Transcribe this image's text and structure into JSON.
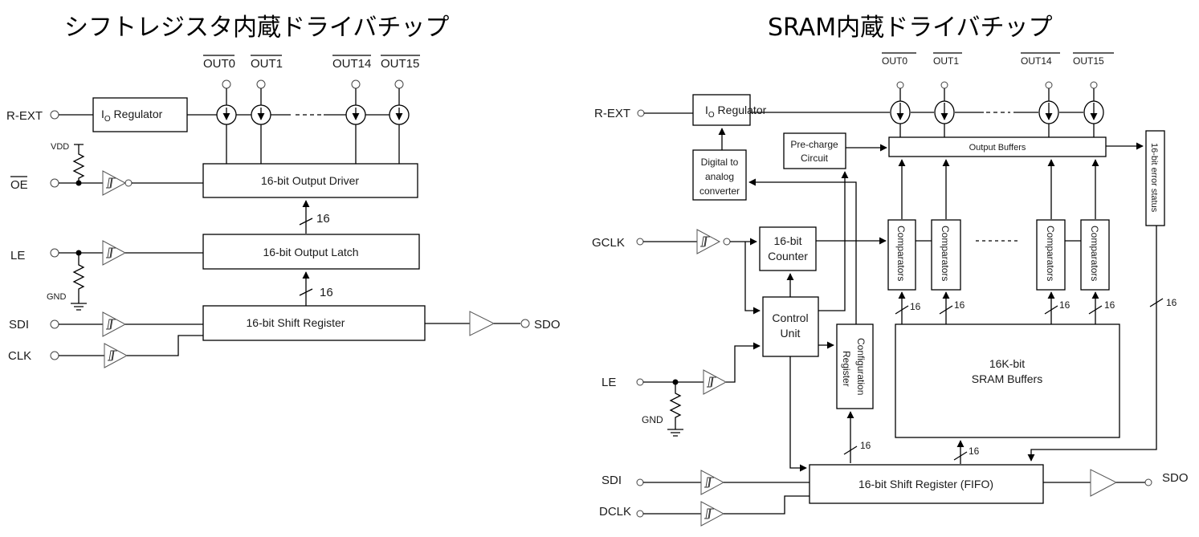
{
  "left": {
    "title": "シフトレジスタ内蔵ドライバチップ",
    "outputs": [
      "OUT0",
      "OUT1",
      "OUT14",
      "OUT15"
    ],
    "pins": {
      "rext": "R-EXT",
      "oe": "OE",
      "le": "LE",
      "sdi": "SDI",
      "clk": "CLK",
      "sdo": "SDO",
      "vdd": "VDD",
      "gnd": "GND"
    },
    "blocks": {
      "io_regulator_main": "I",
      "io_regulator_sub": "O",
      "io_regulator_rest": " Regulator",
      "output_driver": "16-bit Output Driver",
      "output_latch": "16-bit Output Latch",
      "shift_register": "16-bit Shift Register"
    },
    "bus_labels": [
      "16",
      "16"
    ]
  },
  "right": {
    "title": "SRAM内蔵ドライバチップ",
    "outputs": [
      "OUT0",
      "OUT1",
      "OUT14",
      "OUT15"
    ],
    "pins": {
      "rext": "R-EXT",
      "gclk": "GCLK",
      "le": "LE",
      "gnd": "GND",
      "sdi": "SDI",
      "dclk": "DCLK",
      "sdo": "SDO"
    },
    "blocks": {
      "io_regulator_main": "I",
      "io_regulator_sub": "O",
      "io_regulator_rest": " Regulator",
      "precharge_line1": "Pre-charge",
      "precharge_line2": "Circuit",
      "dac_line1": "Digital to",
      "dac_line2": "analog",
      "dac_line3": "converter",
      "output_buffers": "Output Buffers",
      "error_status": "16-bit error status",
      "counter_line1": "16-bit",
      "counter_line2": "Counter",
      "control_line1": "Control",
      "control_line2": "Unit",
      "config_line1": "Configuration",
      "config_line2": "Register",
      "comparators": "Comparators",
      "sram_line1": "16K-bit",
      "sram_line2": "SRAM Buffers",
      "fifo": "16-bit Shift Register (FIFO)"
    },
    "bus_labels": [
      "16",
      "16",
      "16",
      "16",
      "16",
      "16",
      "16"
    ]
  }
}
